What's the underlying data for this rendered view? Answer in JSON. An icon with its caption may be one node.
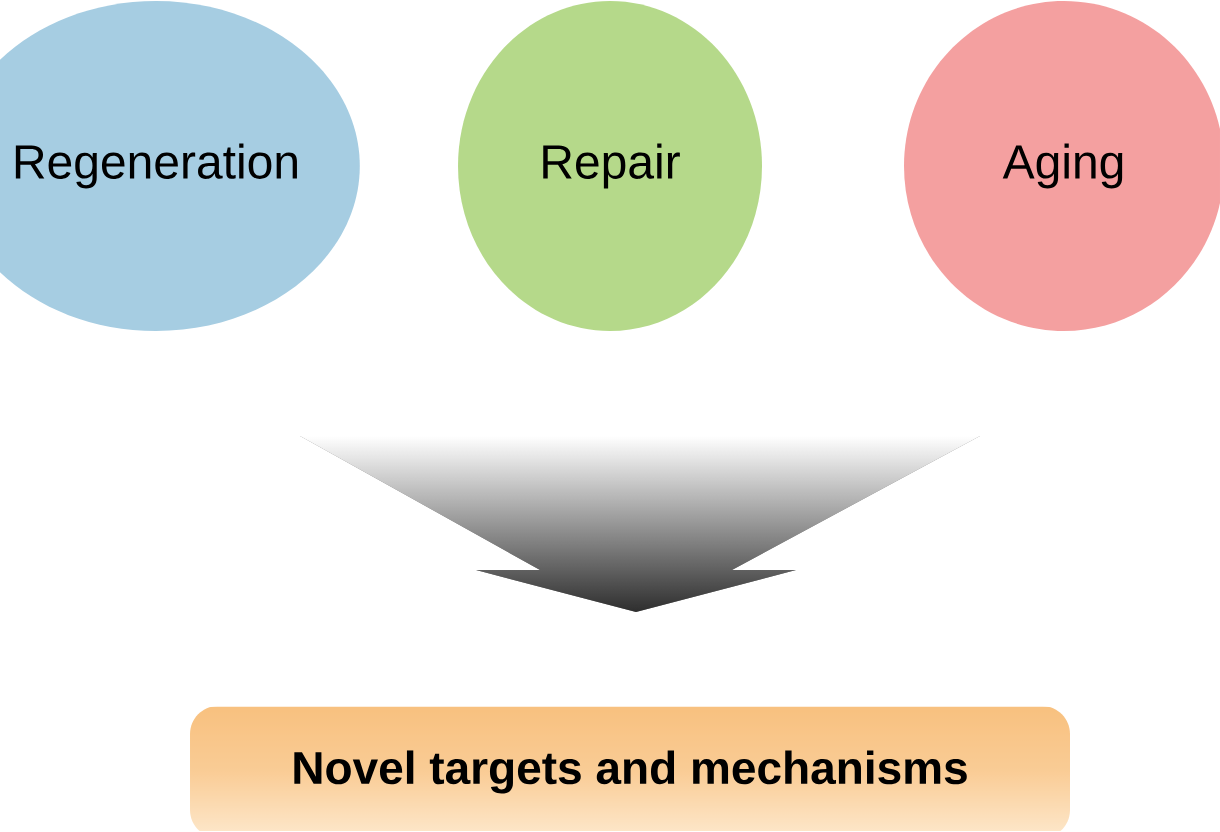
{
  "diagram": {
    "nodes": [
      {
        "text": [
          "Regeneration"
        ]
      },
      {
        "text": [
          "Repair"
        ]
      },
      {
        "text": [
          "Aging"
        ]
      },
      {
        "text": [
          "**Novel targets and mechanisms**"
        ]
      }
    ],
    "edges": [
      {
        "from": 0,
        "to": 3,
        "arrow": "to"
      },
      {
        "from": 1,
        "to": 3,
        "arrow": "to"
      },
      {
        "from": 2,
        "to": 3,
        "arrow": "to"
      }
    ]
  }
}
